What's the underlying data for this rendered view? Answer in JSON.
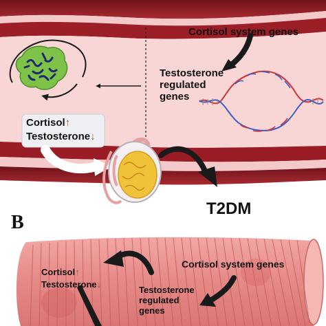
{
  "panel_a": {
    "cortisol_system_genes": "Cortisol system genes",
    "testosterone_line1": "Testosterone",
    "testosterone_line2": "regulated",
    "testosterone_line3": "genes",
    "box_cortisol": "Cortisol",
    "box_testosterone": "Testosterone",
    "t2dm": "T2DM"
  },
  "panel_b": {
    "panel_letter": "B",
    "cortisol": "Cortisol",
    "testosterone": "Testosterone",
    "cortisol_system_genes": "Cortisol system genes",
    "testosterone_line1": "Testosterone",
    "testosterone_line2": "regulated",
    "testosterone_line3": "genes"
  },
  "colors": {
    "vessel_wall_dark": "#8c1a22",
    "vessel_lumen": "#f6d3d3",
    "muscle_fill": "#e98d8d",
    "arrow_black": "#1a1a1a",
    "dna_red": "#d0323a",
    "dna_blue": "#3a5fc0",
    "cell_green": "#7fc24a",
    "gland_yellow": "#f0c23a"
  }
}
